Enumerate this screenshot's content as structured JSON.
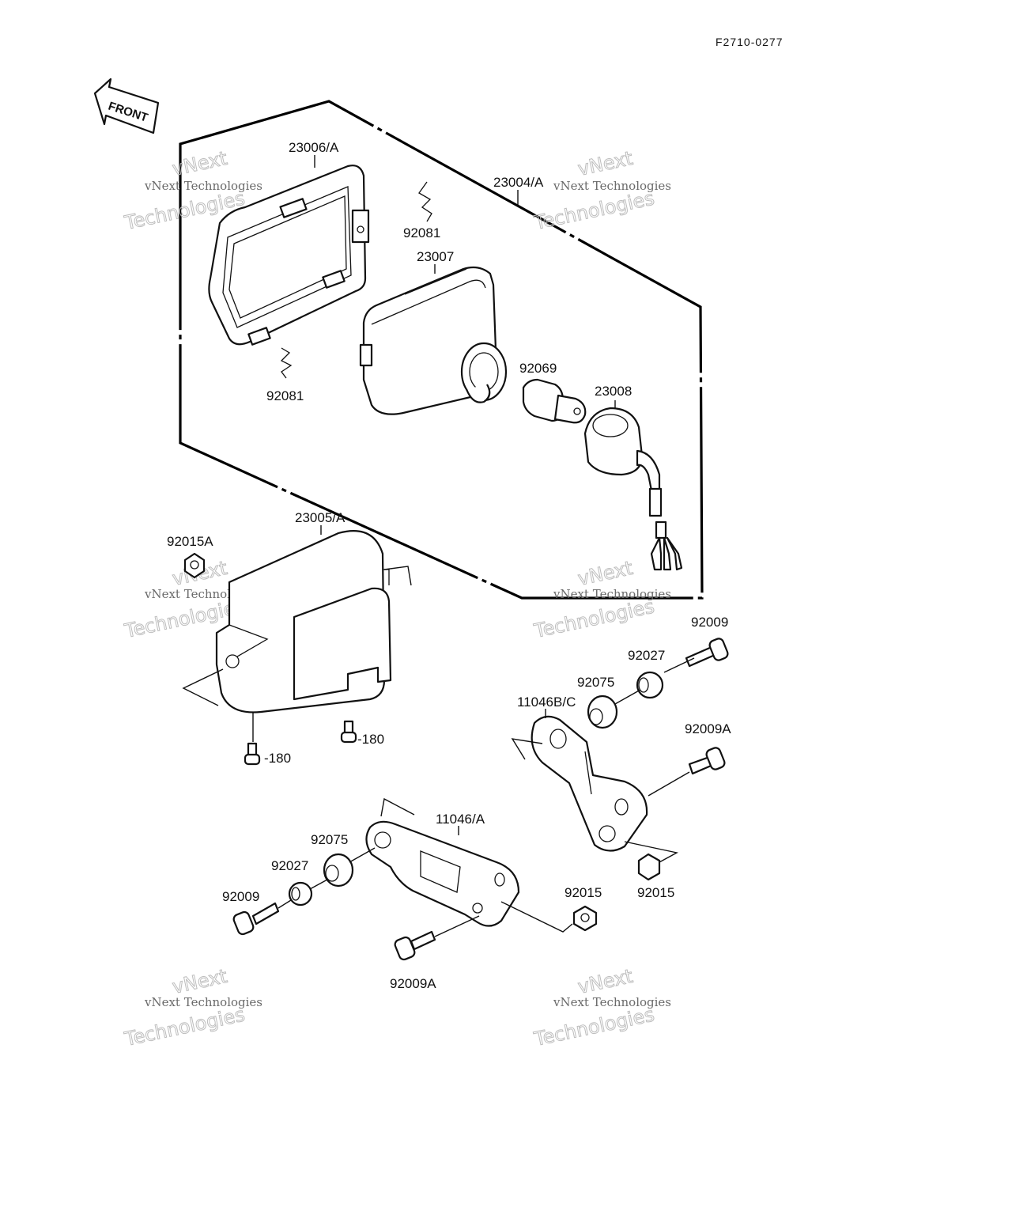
{
  "drawing_code": "F2710-0277",
  "front_arrow": "FRONT",
  "watermark": {
    "line1": "vNext Technologies",
    "line2": "Technologies",
    "line3": "vNext"
  },
  "parts": {
    "p23006A": "23006/A",
    "p23004A": "23004/A",
    "p92081_top": "92081",
    "p92081_bottom": "92081",
    "p23007": "23007",
    "p92069": "92069",
    "p23008": "23008",
    "p23005A": "23005/A",
    "p92015A": "92015A",
    "p92009_right": "92009",
    "p92027_right": "92027",
    "p92075_right": "92075",
    "p11046BC": "11046B/C",
    "p92009A_right": "92009A",
    "p180_left": "-180",
    "p180_right": "-180",
    "p11046A": "11046/A",
    "p92075_left": "92075",
    "p92027_left": "92027",
    "p92009_left": "92009",
    "p92015_center": "92015",
    "p92015_right": "92015",
    "p92009A_bottom": "92009A"
  },
  "colors": {
    "ink": "#111111",
    "paper": "#ffffff",
    "watermark": "#bdbdbd"
  }
}
